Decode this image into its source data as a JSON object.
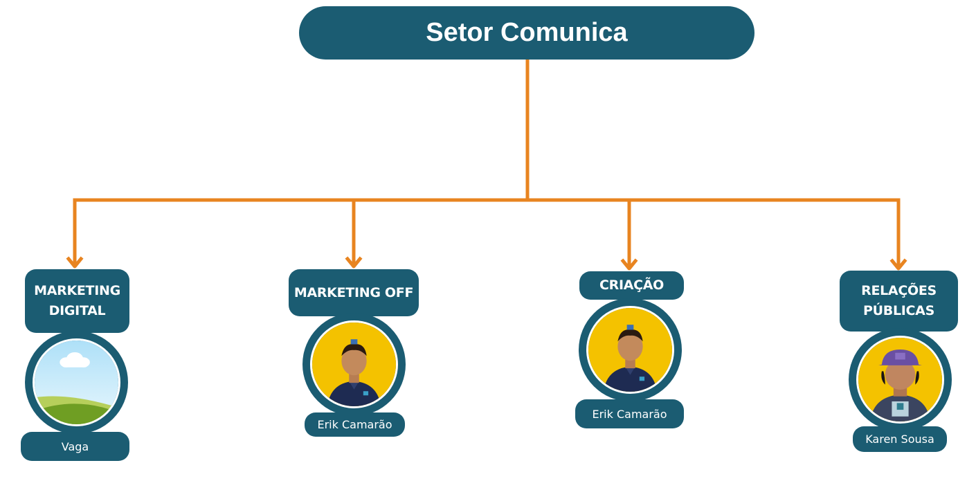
{
  "root": {
    "label": "Setor Comunica"
  },
  "colors": {
    "box": "#1b5c72",
    "connector": "#e88420",
    "text": "#ffffff",
    "photo_background": "#f4c200"
  },
  "departments": [
    {
      "title_line1": "MARKETING",
      "title_line2": "DIGITAL",
      "person": "Vaga",
      "avatar": "placeholder-landscape-icon"
    },
    {
      "title_line1": "MARKETING OFF",
      "title_line2": "",
      "person": "Erik Camarão",
      "avatar": "person-photo"
    },
    {
      "title_line1": "CRIAÇÃO",
      "title_line2": "",
      "person": "Erik Camarão",
      "avatar": "person-photo"
    },
    {
      "title_line1": "RELAÇÕES",
      "title_line2": "PÚBLICAS",
      "person": "Karen Sousa",
      "avatar": "person-photo"
    }
  ]
}
